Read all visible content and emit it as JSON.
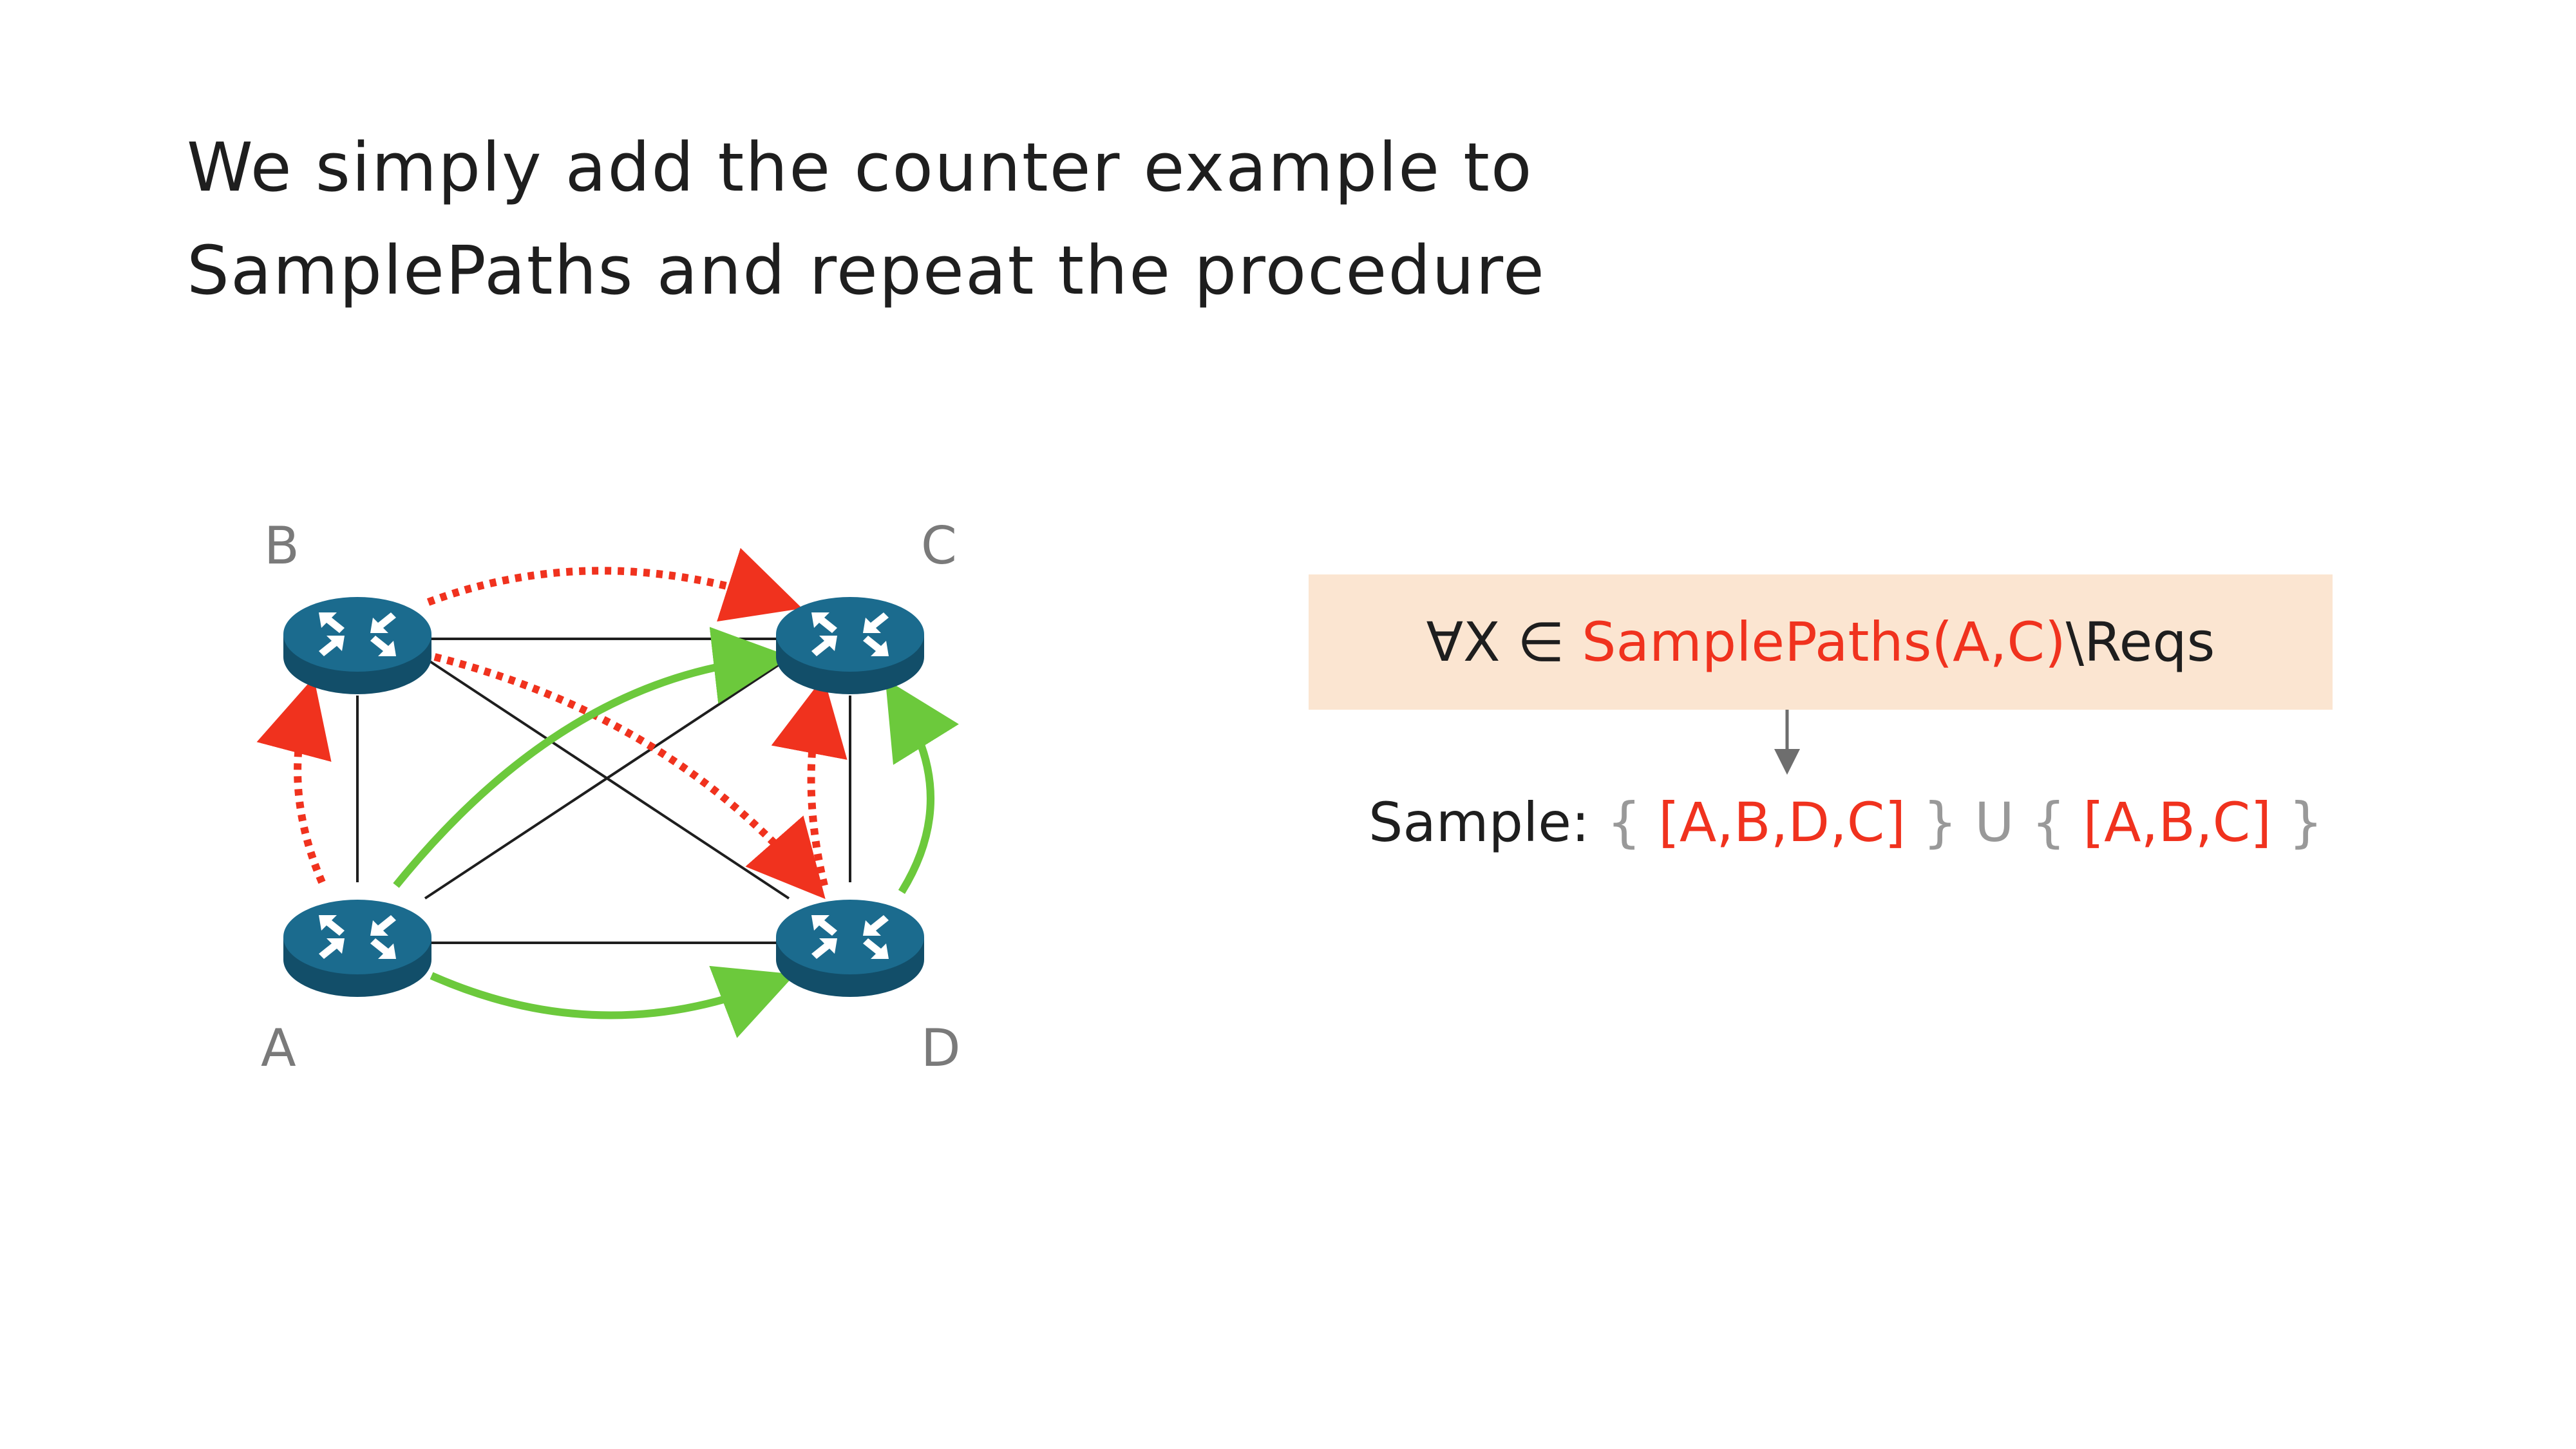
{
  "title": {
    "line1": "We simply add the counter example to",
    "line2": "SamplePaths and repeat the procedure"
  },
  "nodes": [
    {
      "id": "B",
      "label": "B"
    },
    {
      "id": "C",
      "label": "C"
    },
    {
      "id": "A",
      "label": "A"
    },
    {
      "id": "D",
      "label": "D"
    }
  ],
  "formula": {
    "prefix": "∀X ∈ ",
    "highlight": "SamplePaths(A,C)",
    "suffix": "\\Reqs"
  },
  "sample": {
    "label": "Sample:",
    "open1": "{",
    "path1": "[A,B,D,C]",
    "close1": "}",
    "union": "U",
    "open2": "{",
    "path2": "[A,B,C]",
    "close2": "}"
  },
  "colors": {
    "router": "#1b6b8e",
    "router_dark": "#124e69",
    "counter_path": "#f0321e",
    "valid_path": "#6cc93c",
    "formula_bg": "#fbe5d1",
    "node_label": "#7a7a7a"
  }
}
